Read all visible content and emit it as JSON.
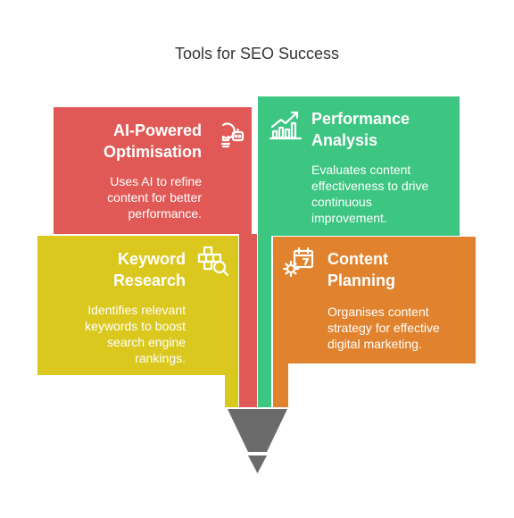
{
  "title": "Tools for SEO Success",
  "colors": {
    "ai": "#e15957",
    "performance": "#3dc582",
    "keyword": "#dbc81e",
    "content": "#e1832e",
    "pencil_tip": "#6b6b6b"
  },
  "cards": {
    "ai": {
      "heading_line1": "AI-Powered",
      "heading_line2": "Optimisation",
      "desc_line1": "Uses AI to refine",
      "desc_line2": "content for better",
      "desc_line3": "performance.",
      "icon": "robot-lightbulb-icon"
    },
    "performance": {
      "heading_line1": "Performance",
      "heading_line2": "Analysis",
      "desc_line1": "Evaluates content",
      "desc_line2": "effectiveness to drive",
      "desc_line3": "continuous",
      "desc_line4": "improvement.",
      "icon": "bar-chart-growth-icon"
    },
    "keyword": {
      "heading_line1": "Keyword",
      "heading_line2": "Research",
      "desc_line1": "Identifies relevant",
      "desc_line2": "keywords to boost",
      "desc_line3": "search engine",
      "desc_line4": "rankings.",
      "icon": "grid-search-icon"
    },
    "content": {
      "heading_line1": "Content",
      "heading_line2": "Planning",
      "desc_line1": "Organises content",
      "desc_line2": "strategy for effective",
      "desc_line3": "digital marketing.",
      "icon": "calendar-gear-icon"
    }
  }
}
